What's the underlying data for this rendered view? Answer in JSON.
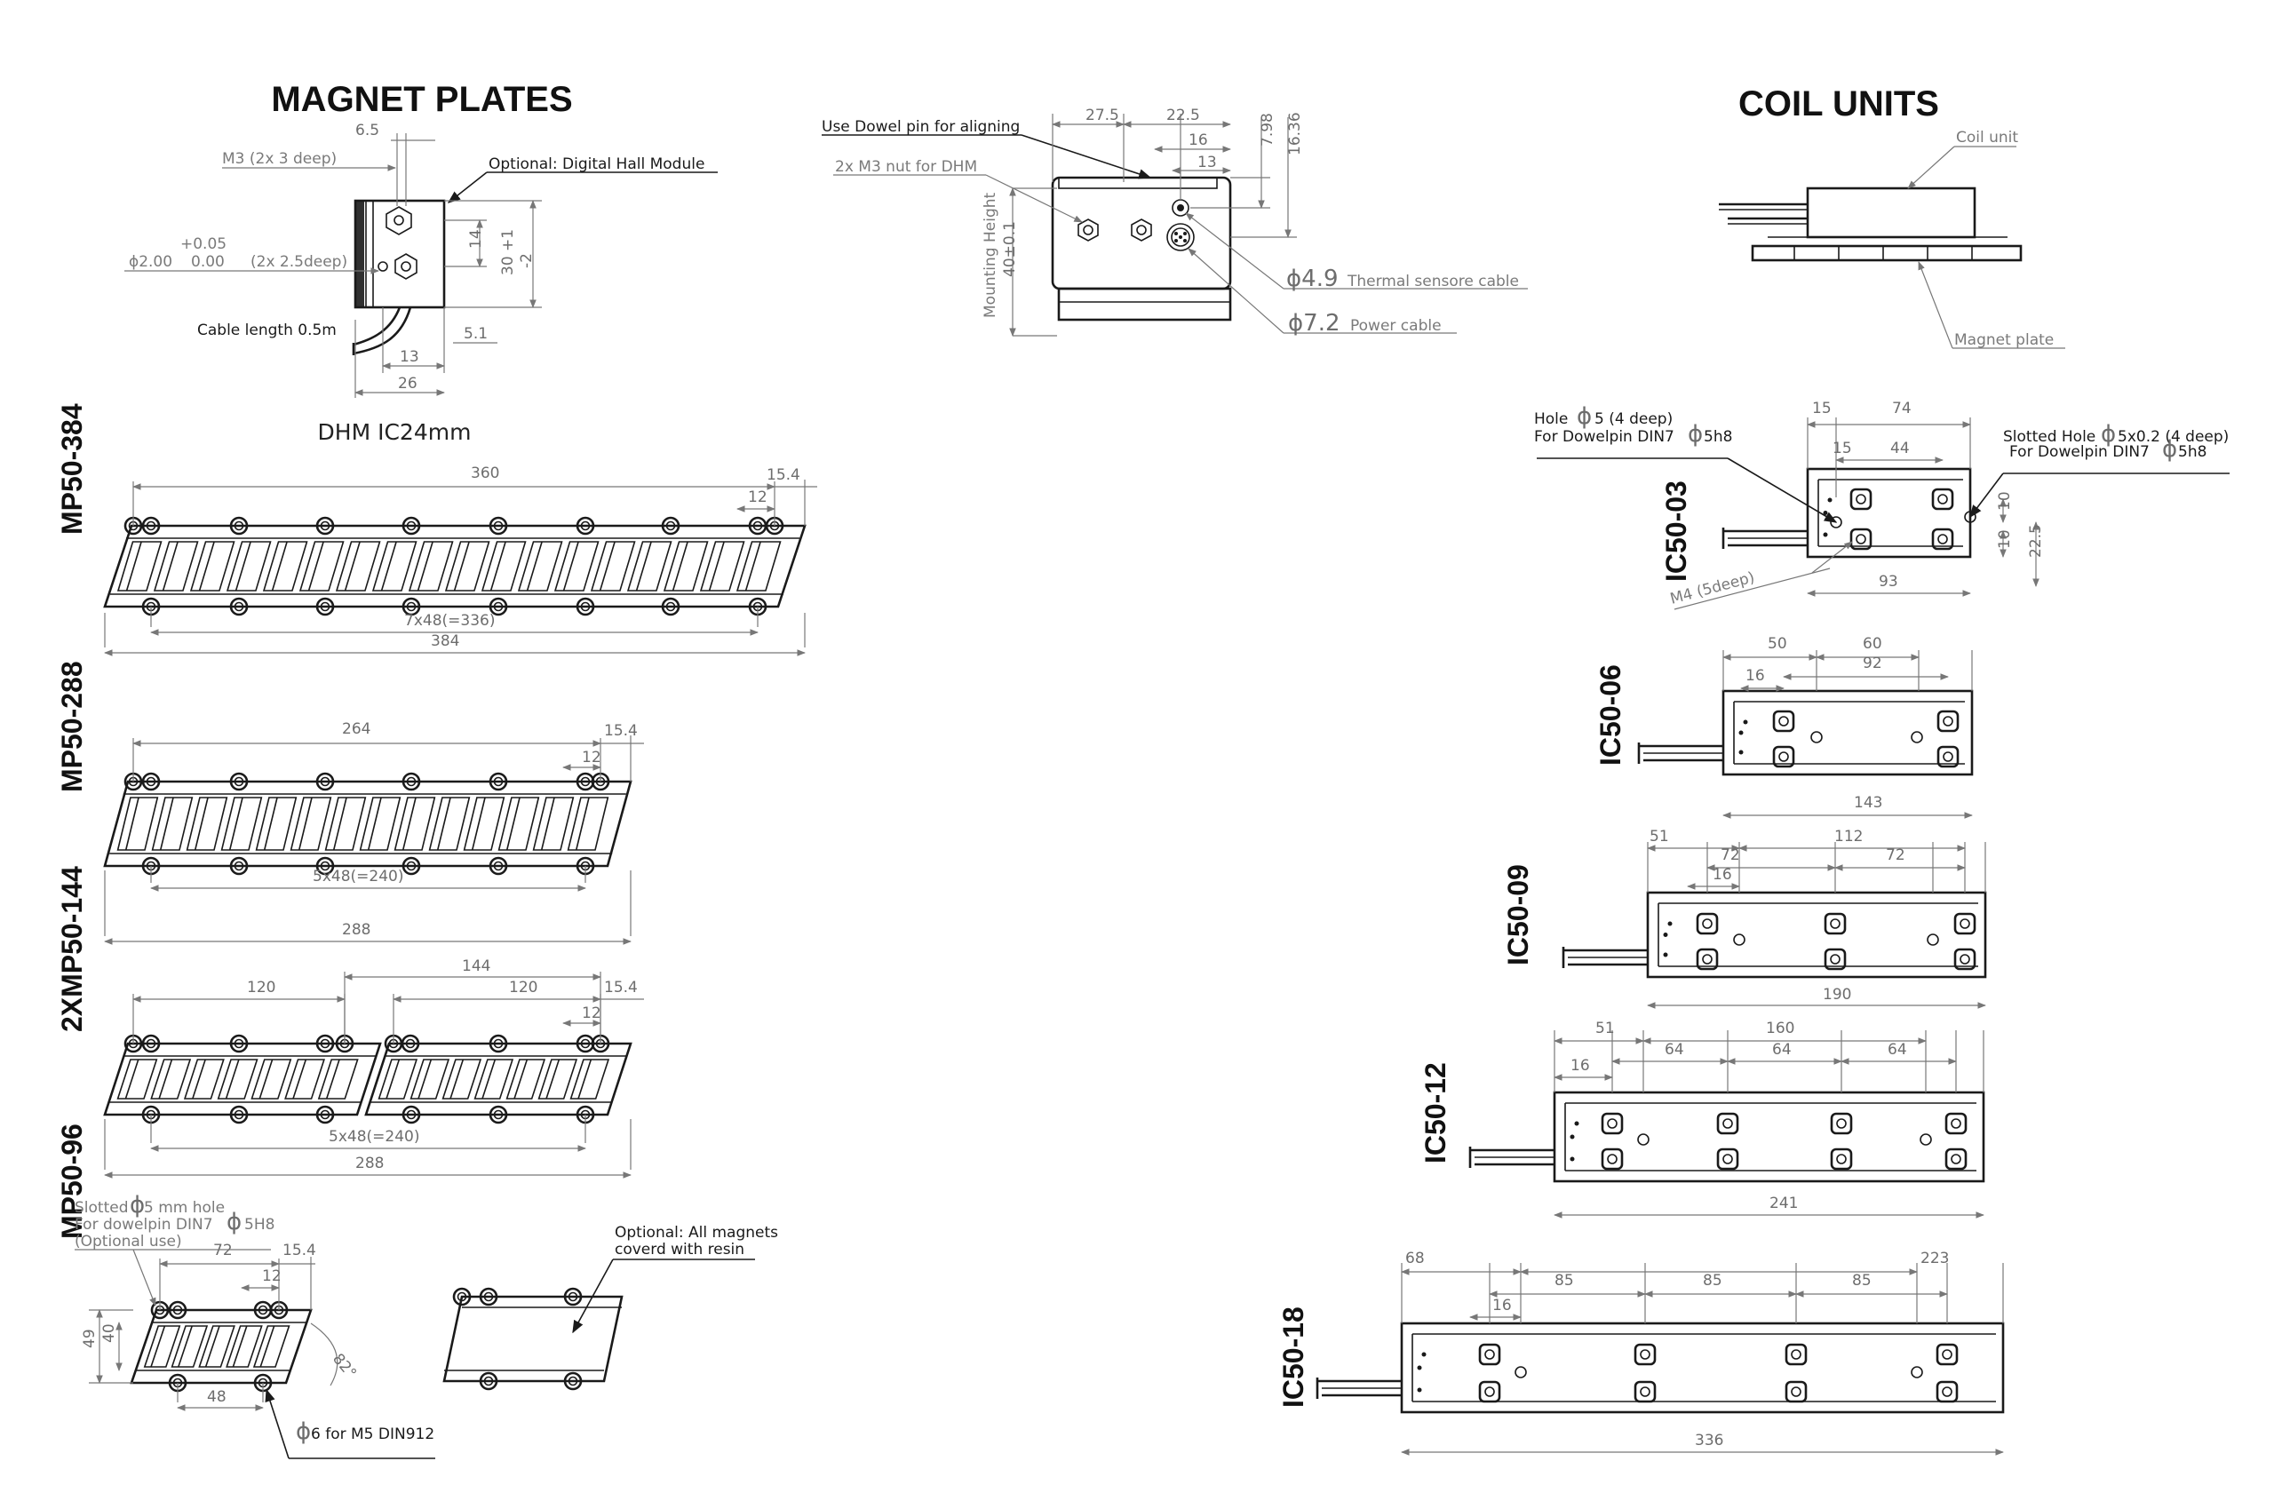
{
  "headings": {
    "magnet_plates": "MAGNET PLATES",
    "coil_units": "COIL UNITS"
  },
  "dhm": {
    "title": "DHM IC24mm",
    "callouts": {
      "optional_hall": "Optional: Digital Hall Module",
      "m3": "M3  (2x 3 deep)",
      "dowel": "(2x 2.5deep)",
      "dowel_dia": "ϕ2.00",
      "dowel_tol_plus": "+0.05",
      "dowel_tol_zero": "0.00",
      "cable": "Cable length 0.5m"
    },
    "dims": {
      "d65": "6.5",
      "d14": "14",
      "d30": "30 +1",
      "d30b": "-2",
      "d51": "5.1",
      "d13": "13",
      "d26": "26"
    }
  },
  "mount": {
    "callouts": {
      "dowel_align": "Use Dowel pin for aligning",
      "m3nut": "2x M3 nut for DHM",
      "mount_height": "Mounting Height",
      "mount_height_val": "40±0.1",
      "thermal_dia": "ϕ4.9",
      "thermal": "Thermal sensore cable",
      "power_dia": "ϕ7.2",
      "power": "Power cable"
    },
    "dims": {
      "d275": "27.5",
      "d225": "22.5",
      "d16": "16",
      "d13": "13",
      "d798": "7.98",
      "d1636": "16.36"
    }
  },
  "magnet_plates": [
    {
      "name": "MP50-384",
      "top_dim": "360",
      "right_dim": "15.4",
      "pitch_dim": "12",
      "hole_dim": "7x48(=336)",
      "total": "384"
    },
    {
      "name": "MP50-288",
      "top_dim": "264",
      "right_dim": "15.4",
      "pitch_dim": "12",
      "hole_dim": "5x48(=240)",
      "total": "288"
    },
    {
      "name": "2XMP50-144",
      "top_dim": "144",
      "sub_dim_a": "120",
      "sub_dim_b": "120",
      "right_dim": "15.4",
      "pitch_dim": "12",
      "hole_dim": "5x48(=240)",
      "total": "288"
    },
    {
      "name": "MP50-96",
      "top_dim": "72",
      "right_dim": "15.4",
      "pitch_dim": "12",
      "hole_dim": "48",
      "h49": "49",
      "h40": "40",
      "angle": "82°"
    }
  ],
  "mp96_notes": {
    "slotted_a": "Slotted",
    "slotted_dia": "ϕ",
    "slotted_b": "5 mm hole",
    "dowel_a": "For dowelpin DIN7",
    "dowel_b": "5H8",
    "optional": "(Optional use)",
    "resin_a": "Optional: All magnets",
    "resin_b": "coverd with resin",
    "m5_dia": "ϕ",
    "m5": "6 for M5 DIN912"
  },
  "coil_overview": {
    "coil_unit": "Coil unit",
    "magnet_plate": "Magnet plate"
  },
  "coil_units": [
    {
      "name": "IC50-03",
      "dims": [
        "15",
        "74",
        "15",
        "44",
        "93",
        "10",
        "10",
        "22.5"
      ]
    },
    {
      "name": "IC50-06",
      "dims": [
        "50",
        "60",
        "16",
        "92",
        "143"
      ]
    },
    {
      "name": "IC50-09",
      "dims": [
        "51",
        "112",
        "72",
        "72",
        "16",
        "190"
      ]
    },
    {
      "name": "IC50-12",
      "dims": [
        "51",
        "160",
        "16",
        "64",
        "64",
        "64",
        "241"
      ]
    },
    {
      "name": "IC50-18",
      "dims": [
        "68",
        "223",
        "85",
        "85",
        "85",
        "16",
        "336"
      ]
    }
  ],
  "ic03_notes": {
    "hole": "Hole",
    "hole_dia": "ϕ",
    "hole_b": "5 (4 deep)",
    "dowel": "For Dowelpin DIN7",
    "dowel_dia": "ϕ",
    "dowel_b": "5h8",
    "slot": "Slotted Hole",
    "slot_dia": "ϕ",
    "slot_b": "5x0.2 (4 deep)",
    "slot_dowel": "For Dowelpin DIN7",
    "slot_dowel_dia": "ϕ",
    "slot_dowel_b": "5h8",
    "m4": "M4 (5deep)"
  }
}
